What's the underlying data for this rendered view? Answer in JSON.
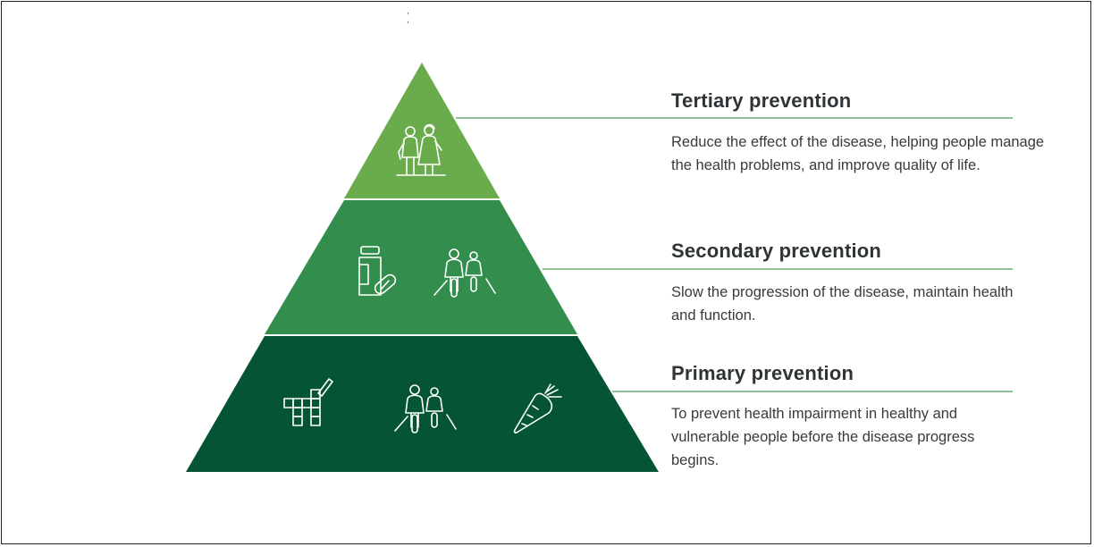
{
  "colors": {
    "tertiary": "#6aac4c",
    "secondary": "#338e4e",
    "primary": "#055535",
    "connector": "#4f9a56",
    "icon": "#ffffff"
  },
  "top_mark": ", ,",
  "tiers": [
    {
      "id": "tertiary",
      "title": "Tertiary prevention",
      "description": "Reduce the effect of the disease, helping people manage the health problems, and improve quality of life.",
      "icons": [
        "elderly-couple-icon"
      ]
    },
    {
      "id": "secondary",
      "title": "Secondary prevention",
      "description": "Slow the progression of the disease, maintain health and function.",
      "icons": [
        "medicine-bottle-pill-icon",
        "cyclists-icon"
      ]
    },
    {
      "id": "primary",
      "title": "Primary prevention",
      "description": "To prevent health impairment in healthy and vulnerable people before the disease progress begins.",
      "icons": [
        "crossword-pencil-icon",
        "cyclists-icon",
        "carrot-icon"
      ]
    }
  ]
}
